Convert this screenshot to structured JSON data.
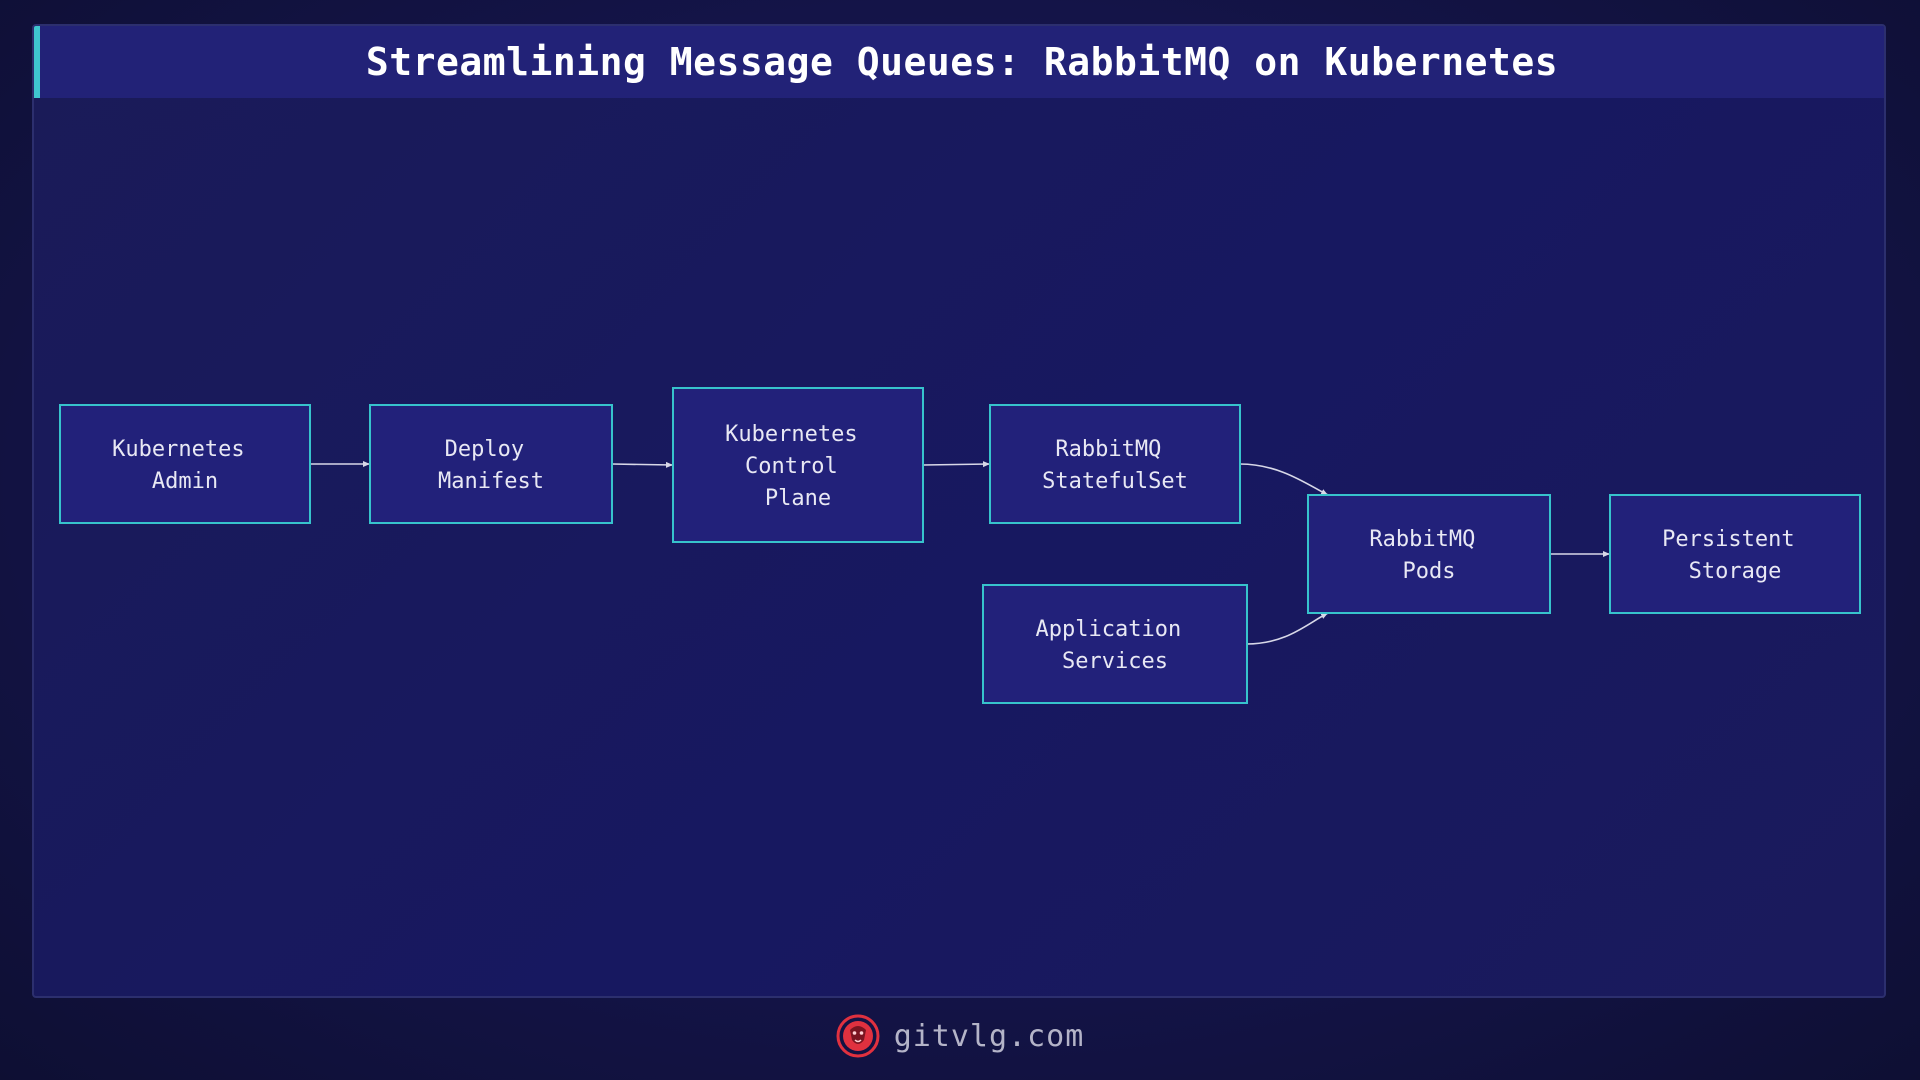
{
  "title": "Streamlining Message Queues: RabbitMQ on Kubernetes",
  "nodes": [
    {
      "id": "admin",
      "lines": [
        "Kubernetes",
        "Admin"
      ]
    },
    {
      "id": "manifest",
      "lines": [
        "Deploy",
        "Manifest"
      ]
    },
    {
      "id": "control-plane",
      "lines": [
        "Kubernetes",
        "Control",
        "Plane"
      ]
    },
    {
      "id": "statefulset",
      "lines": [
        "RabbitMQ",
        "StatefulSet"
      ]
    },
    {
      "id": "app-services",
      "lines": [
        "Application",
        "Services"
      ]
    },
    {
      "id": "pods",
      "lines": [
        "RabbitMQ",
        "Pods"
      ]
    },
    {
      "id": "storage",
      "lines": [
        "Persistent",
        "Storage"
      ]
    }
  ],
  "edges": [
    {
      "from": "admin",
      "to": "manifest"
    },
    {
      "from": "manifest",
      "to": "control-plane"
    },
    {
      "from": "control-plane",
      "to": "statefulset"
    },
    {
      "from": "statefulset",
      "to": "pods"
    },
    {
      "from": "app-services",
      "to": "pods"
    },
    {
      "from": "pods",
      "to": "storage"
    }
  ],
  "footer": {
    "site": "gitvlg.com",
    "logo_icon": "lion-head-icon"
  },
  "colors": {
    "node_fill": "#22217a",
    "node_border": "#37c3cc",
    "accent": "#3fc6cf",
    "arrow": "#d8d8e8",
    "logo": "#e0313f"
  }
}
